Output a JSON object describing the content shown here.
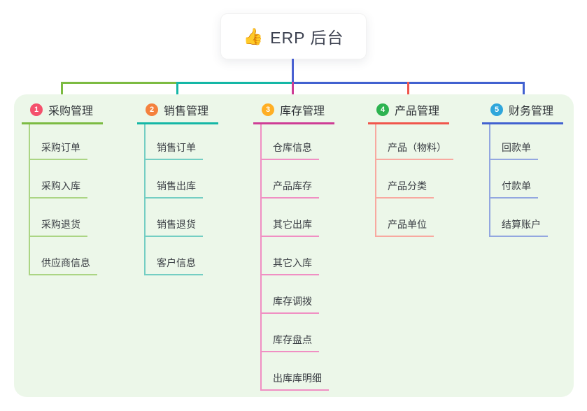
{
  "root": {
    "label": "ERP 后台",
    "emoji": "👍",
    "connector_color": "#4a61d2"
  },
  "panel": {
    "background": "#ecf7e9"
  },
  "branches": [
    {
      "index": "1",
      "label": "采购管理",
      "badge_color": "#f4516c",
      "line_color": "#7cbb42",
      "child_line_color": "#abd584",
      "children": [
        "采购订单",
        "采购入库",
        "采购退货",
        "供应商信息"
      ]
    },
    {
      "index": "2",
      "label": "销售管理",
      "badge_color": "#f4813e",
      "line_color": "#14b7a6",
      "child_line_color": "#74cec3",
      "children": [
        "销售订单",
        "销售出库",
        "销售退货",
        "客户信息"
      ]
    },
    {
      "index": "3",
      "label": "库存管理",
      "badge_color": "#ffaf24",
      "line_color": "#ce3d95",
      "child_line_color": "#f08fc3",
      "children": [
        "仓库信息",
        "产品库存",
        "其它出库",
        "其它入库",
        "库存调拨",
        "库存盘点",
        "出库库明细"
      ]
    },
    {
      "index": "4",
      "label": "产品管理",
      "badge_color": "#2db350",
      "line_color": "#f0564c",
      "child_line_color": "#f8a9a0",
      "children": [
        "产品（物料）",
        "产品分类",
        "产品单位"
      ]
    },
    {
      "index": "5",
      "label": "财务管理",
      "badge_color": "#2fa6db",
      "line_color": "#4161d0",
      "child_line_color": "#93a7e0",
      "children": [
        "回款单",
        "付款单",
        "结算账户"
      ]
    }
  ]
}
